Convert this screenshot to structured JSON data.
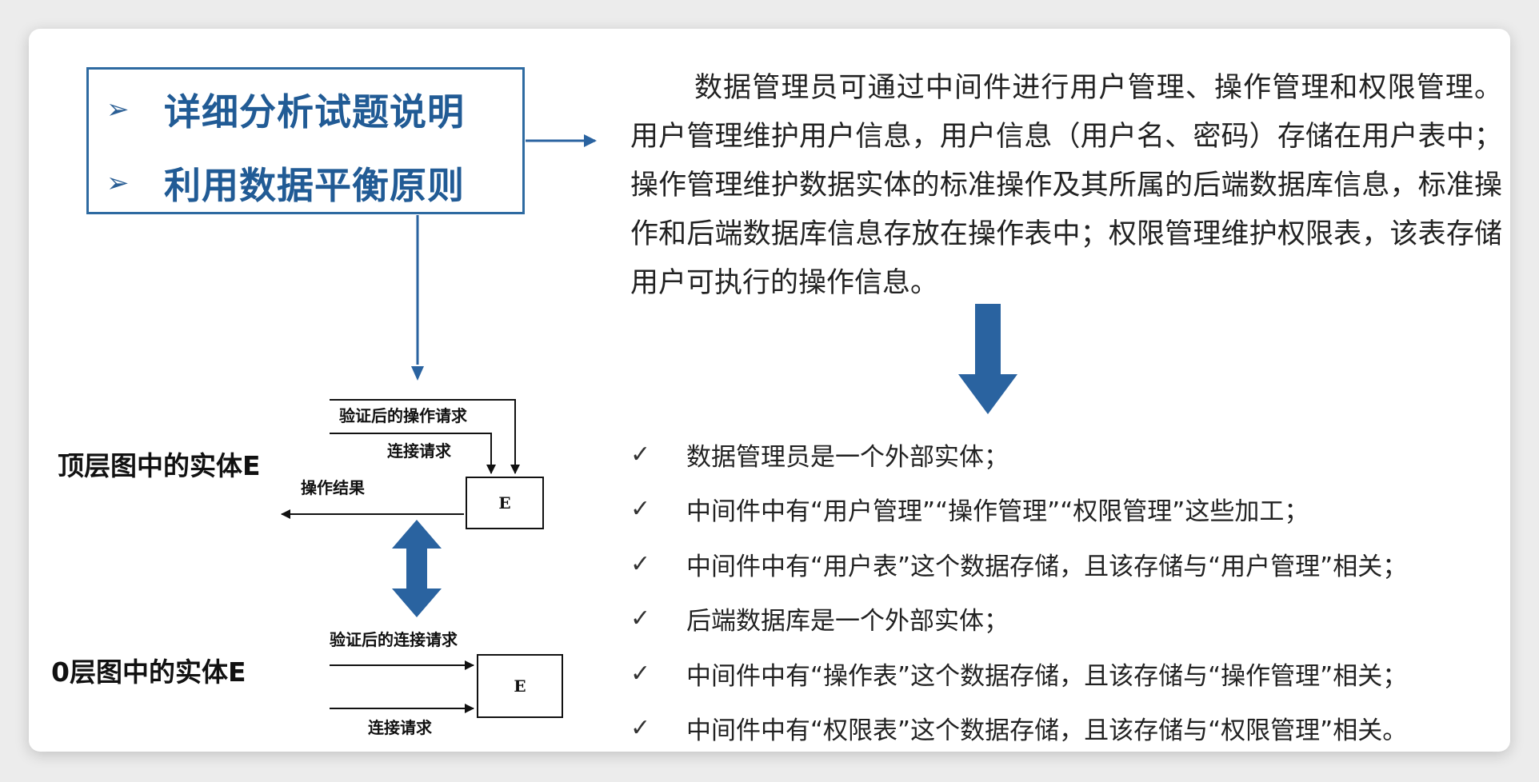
{
  "tips": [
    {
      "bullet": "➢",
      "text": "详细分析试题说明"
    },
    {
      "bullet": "➢",
      "text": "利用数据平衡原则"
    }
  ],
  "description": "数据管理员可通过中间件进行用户管理、操作管理和权限管理。用户管理维护用户信息，用户信息（用户名、密码）存储在用户表中；操作管理维护数据实体的标准操作及其所属的后端数据库信息，标准操作和后端数据库信息存放在操作表中；权限管理维护权限表，该表存储用户可执行的操作信息。",
  "conclusions": [
    {
      "check": "✓",
      "text": "数据管理员是一个外部实体；"
    },
    {
      "check": "✓",
      "text": "中间件中有“用户管理”“操作管理”“权限管理”这些加工；"
    },
    {
      "check": "✓",
      "text": "中间件中有“用户表”这个数据存储，且该存储与“用户管理”相关；"
    },
    {
      "check": "✓",
      "text": "后端数据库是一个外部实体；"
    },
    {
      "check": "✓",
      "text": "中间件中有“操作表”这个数据存储，且该存储与“操作管理”相关；"
    },
    {
      "check": "✓",
      "text": "中间件中有“权限表”这个数据存储，且该存储与“权限管理”相关。"
    }
  ],
  "top_diagram": {
    "label": "顶层图中的实体E",
    "entity": "E",
    "flows": {
      "validated_request": "验证后的操作请求",
      "connect_request": "连接请求",
      "operation_result": "操作结果"
    }
  },
  "level0_diagram": {
    "label": "0层图中的实体E",
    "entity": "E",
    "flows": {
      "validated_connect": "验证后的连接请求",
      "connect_request": "连接请求"
    }
  },
  "colors": {
    "accent_blue": "#215b95",
    "arrow_blue": "#2a63a0",
    "box_border": "#2e6aa1"
  }
}
